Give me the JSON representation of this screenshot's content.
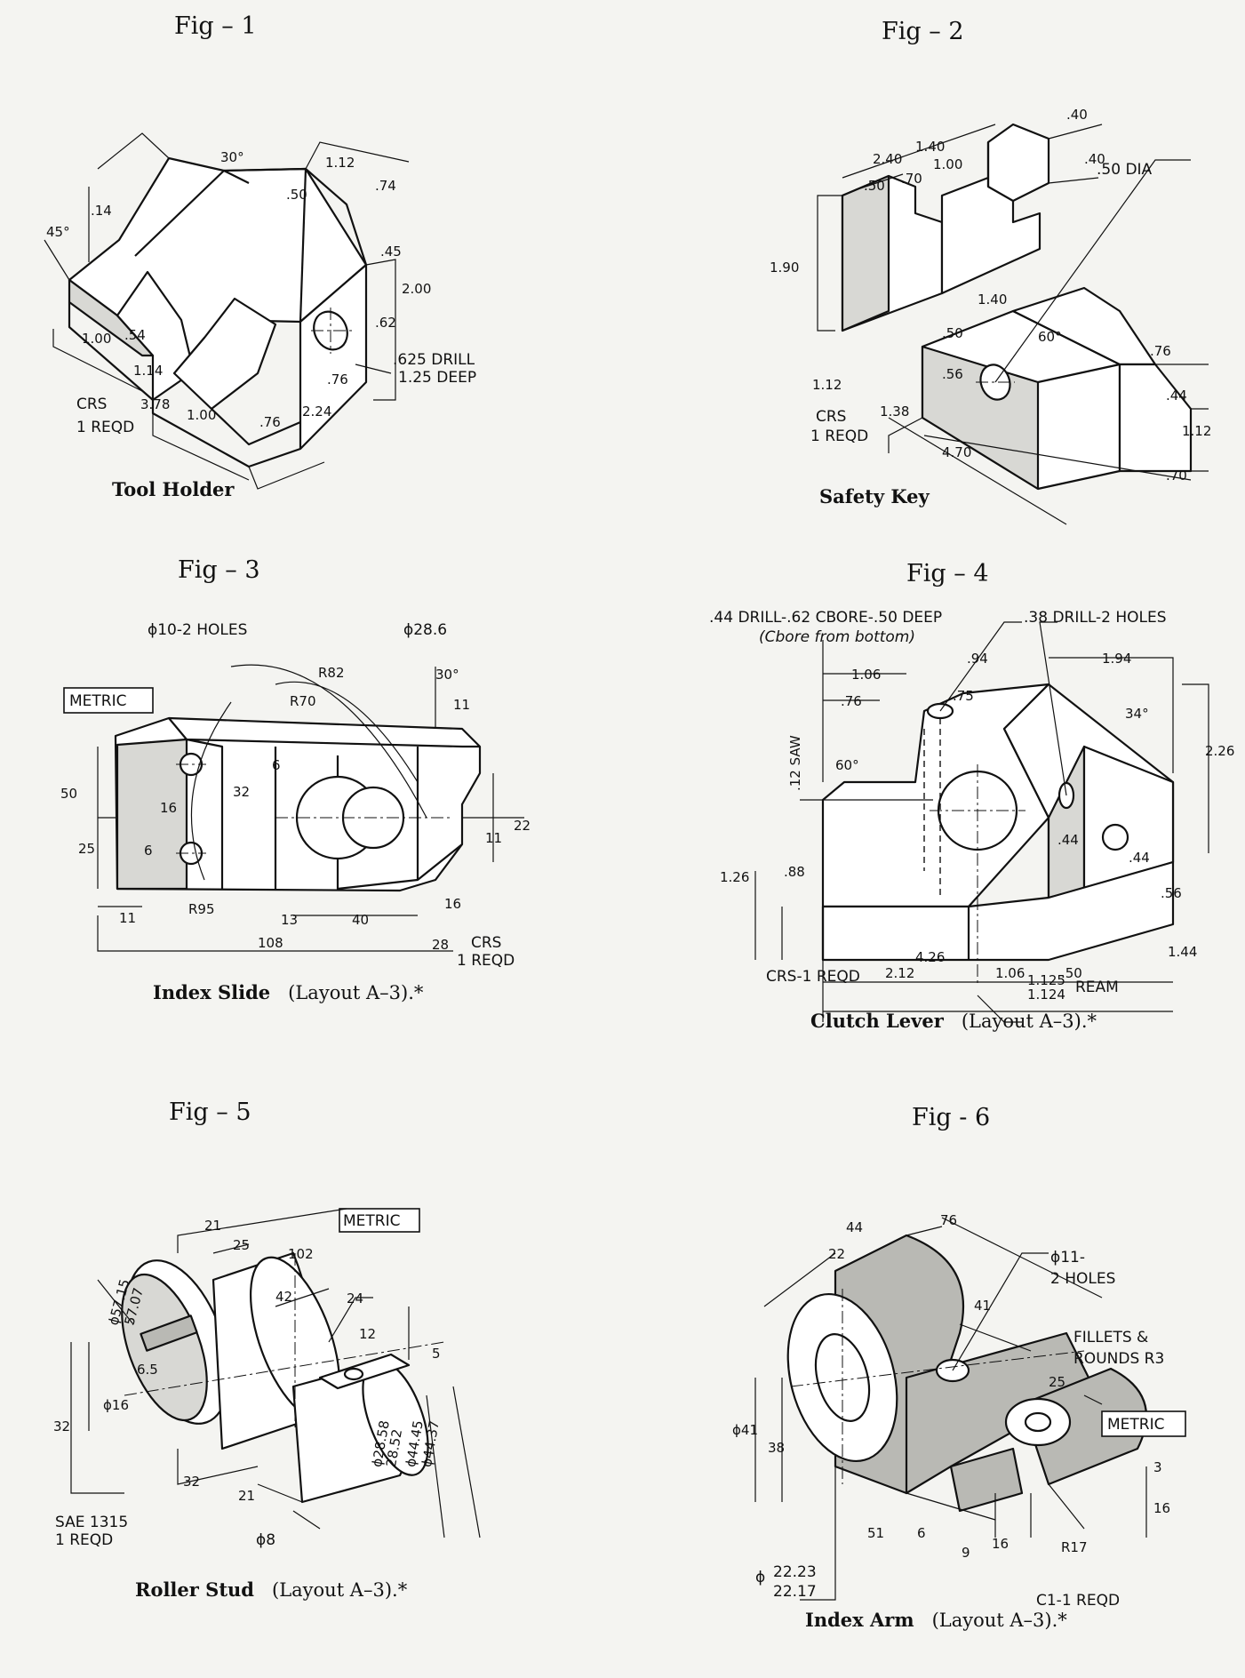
{
  "figures": [
    {
      "title": "Fig – 1",
      "caption": "Tool Holder",
      "caption_suffix": "",
      "labels": {
        "d30": "30°",
        "d45": "45°",
        "d14": ".14",
        "d112": "1.12",
        "d74": ".74",
        "d50": ".50",
        "d200": "2.00",
        "d62": ".62",
        "d45b": ".45",
        "d100": "1.00",
        "d54": ".54",
        "d114": "1.14",
        "d378": "3.78",
        "d100b": "1.00",
        "d76": ".76",
        "d76b": ".76",
        "d224": "2.24",
        "drill1": ".625 DRILL",
        "drill2": "1.25 DEEP",
        "mat1": "CRS",
        "mat2": "1 REQD"
      }
    },
    {
      "title": "Fig – 2",
      "caption": "Safety Key",
      "caption_suffix": "",
      "labels": {
        "d240": "2.40",
        "d140": "1.40",
        "d100": "1.00",
        "d50": ".50",
        "d70": ".70",
        "d40a": ".40",
        "d40b": ".40",
        "d190": "1.90",
        "dia": ".50 DIA",
        "d140b": "1.40",
        "d60": "60°",
        "d50b": ".50",
        "d56": ".56",
        "d76": ".76",
        "d44": ".44",
        "d112": "1.12",
        "d112b": "1.12",
        "d138": "1.38",
        "d470": "4.70",
        "d70b": ".70",
        "mat1": "CRS",
        "mat2": "1 REQD"
      }
    },
    {
      "title": "Fig – 3",
      "caption": "Index Slide",
      "caption_suffix": "(Layout A–3).*",
      "labels": {
        "holes": "ϕ10-2 HOLES",
        "bore": "ϕ28.6",
        "r82": "R82",
        "r70": "R70",
        "a30": "30°",
        "d11a": "11",
        "metric": "METRIC",
        "d50": "50",
        "d25": "25",
        "d16": "16",
        "d32": "32",
        "d6a": "6",
        "d6b": "6",
        "d22": "22",
        "d11b": "11",
        "r95": "R95",
        "d11c": "11",
        "d13": "13",
        "d40": "40",
        "d16b": "16",
        "d108": "108",
        "d28": "28",
        "mat1": "CRS",
        "mat2": "1 REQD"
      }
    },
    {
      "title": "Fig – 4",
      "caption": "Clutch Lever",
      "caption_suffix": "(Layout A–3).*",
      "labels": {
        "drill1": ".44 DRILL-.62 CBORE-.50 DEEP",
        "cbore": "(Cbore from bottom)",
        "drill2": ".38 DRILL-2 HOLES",
        "d94": ".94",
        "d106": "1.06",
        "d194": "1.94",
        "d76": ".76",
        "d34": "34°",
        "d75": ".75",
        "saw": ".12 SAW",
        "d60": "60°",
        "d226": "2.26",
        "d126": "1.26",
        "d88": ".88",
        "d44a": ".44",
        "d44b": ".44",
        "d56": ".56",
        "d212": "2.12",
        "d106b": "1.06",
        "d50": ".50",
        "d426": "4.26",
        "d144": "1.44",
        "ream1": "1.125",
        "ream2": "1.124",
        "ream": "REAM",
        "mat": "CRS-1 REQD"
      }
    },
    {
      "title": "Fig – 5",
      "caption": "Roller Stud",
      "caption_suffix": "(Layout A–3).*",
      "labels": {
        "metric": "METRIC",
        "d21": "21",
        "d25": "25",
        "d102": "102",
        "d42": "42",
        "d24": "24",
        "d12": "12",
        "d5": "5",
        "d5715": "ϕ57.15",
        "d5707": "57.07",
        "d65": "6.5",
        "d16": "ϕ16",
        "d32": "32",
        "d32b": "32",
        "d21b": "21",
        "d8": "ϕ8",
        "d2858": "ϕ28.58",
        "d2852": "28.52",
        "d4445": "ϕ44.45",
        "d4437": "ϕ44.37",
        "mat1": "SAE 1315",
        "mat2": "1 REQD"
      }
    },
    {
      "title": "Fig - 6",
      "caption": "Index Arm",
      "caption_suffix": "(Layout A–3).*",
      "labels": {
        "d44": "44",
        "d22": "22",
        "d76": "76",
        "d41": "41",
        "holes1": "ϕ11-",
        "holes2": "2 HOLES",
        "fillets1": "FILLETS &",
        "fillets2": "ROUNDS R3",
        "metric": "METRIC",
        "d25": "25",
        "d41b": "ϕ41",
        "d38": "38",
        "d3": "3",
        "d16": "16",
        "d51": "51",
        "d6": "6",
        "d9": "9",
        "d16b": "16",
        "r17": "R17",
        "bore1": "22.23",
        "bore2": "22.17",
        "bore_sym": "ϕ",
        "mat": "C1-1 REQD"
      }
    }
  ]
}
